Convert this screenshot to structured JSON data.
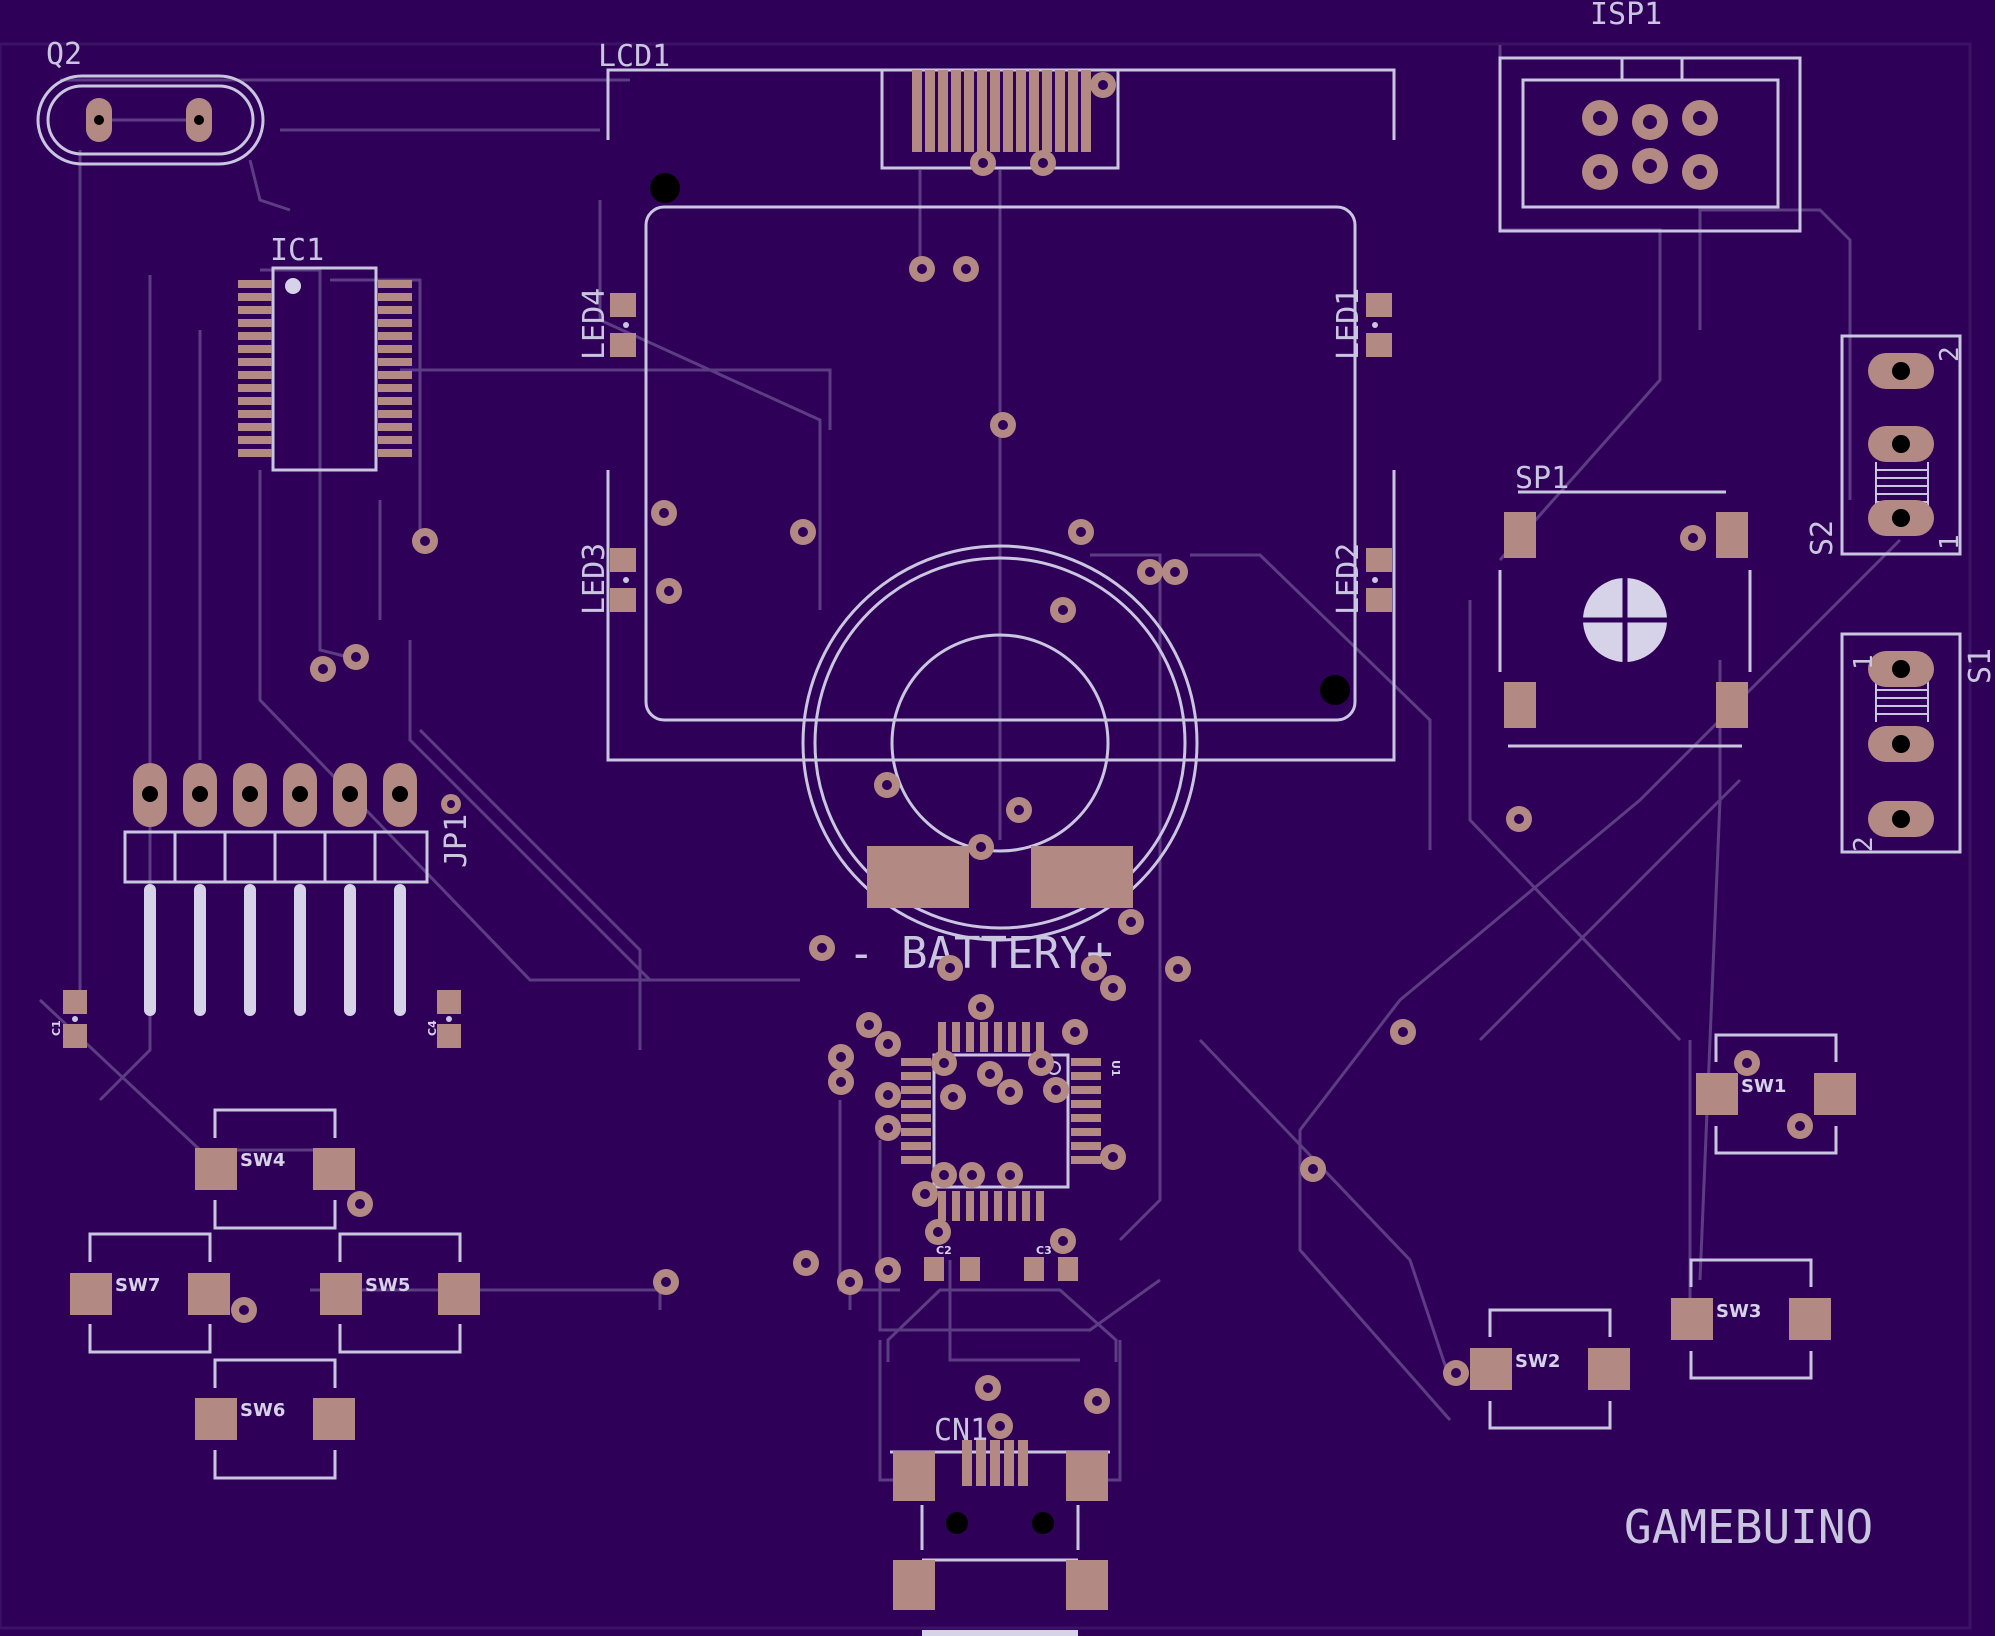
{
  "board": {
    "name": "GAMEBUINO",
    "battery_label": "- BATTERY+",
    "colors": {
      "substrate": "#2f0057",
      "edge": "#3b1265",
      "trace": "#5c3d84",
      "silkscreen": "#c9c6df",
      "copper_pad": "#b38a83",
      "drill": "#000000"
    }
  },
  "components": {
    "q2": "Q2",
    "lcd1": "LCD1",
    "isp1": "ISP1",
    "ic1": "IC1",
    "led1": "LED1",
    "led2": "LED2",
    "led3": "LED3",
    "led4": "LED4",
    "jp1": "JP1",
    "sp1": "SP1",
    "s1": "S1",
    "s2": "S2",
    "s1_pin1": "1",
    "s1_pin2": "2",
    "s2_pin1": "1",
    "s2_pin2": "2",
    "c1": "C1",
    "c2": "C2",
    "c3": "C3",
    "c4": "C4",
    "u1": "U1",
    "cn1": "CN1",
    "sw1": "SW1",
    "sw2": "SW2",
    "sw3": "SW3",
    "sw4": "SW4",
    "sw5": "SW5",
    "sw6": "SW6",
    "sw7": "SW7"
  }
}
